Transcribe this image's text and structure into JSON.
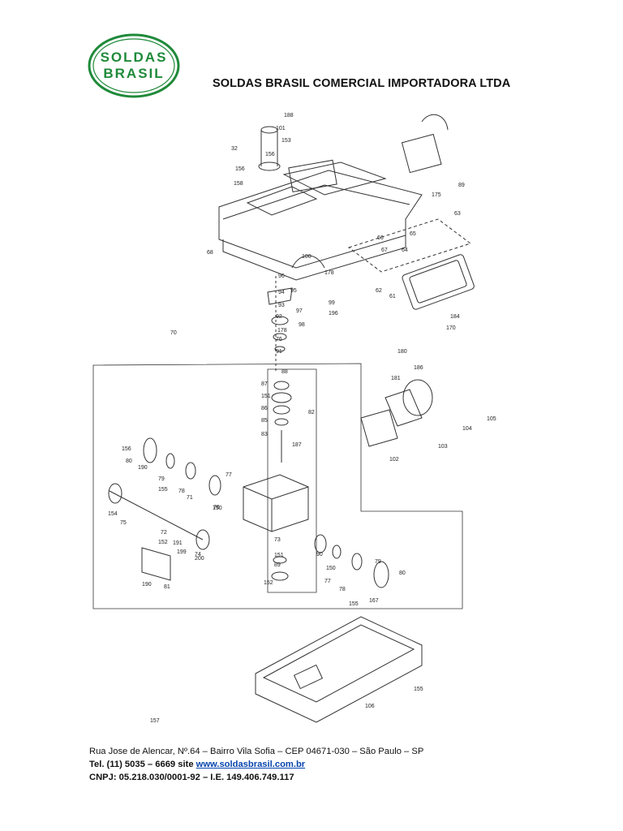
{
  "logo": {
    "line1": "SOLDAS",
    "line2": "BRASIL",
    "color": "#1f8a3a"
  },
  "header": {
    "company": "SOLDAS BRASIL COMERCIAL IMPORTADORA LTDA"
  },
  "drawing": {
    "callouts": [
      "188",
      "101",
      "32",
      "153",
      "156",
      "156",
      "158",
      "89",
      "175",
      "63",
      "68",
      "66",
      "65",
      "67",
      "64",
      "100",
      "96",
      "178",
      "95",
      "94",
      "62",
      "61",
      "93",
      "97",
      "99",
      "196",
      "184",
      "170",
      "92",
      "98",
      "178",
      "70",
      "76",
      "91",
      "180",
      "88",
      "186",
      "181",
      "87",
      "151",
      "86",
      "85",
      "82",
      "104",
      "105",
      "83",
      "187",
      "102",
      "103",
      "156",
      "80",
      "190",
      "79",
      "155",
      "78",
      "77",
      "71",
      "150",
      "76",
      "154",
      "75",
      "72",
      "152",
      "191",
      "199",
      "74",
      "200",
      "73",
      "151",
      "89",
      "90",
      "150",
      "77",
      "78",
      "155",
      "79",
      "80",
      "167",
      "190",
      "81",
      "152",
      "155",
      "106",
      "157"
    ]
  },
  "footer": {
    "address": "Rua Jose de Alencar, Nº.64 – Bairro Vila Sofia – CEP 04671-030 – São Paulo – SP",
    "tel": "Tel. (11) 5035 – 6669  site ",
    "site": "www.soldasbrasil.com.br",
    "cnpj": "CNPJ: 05.218.030/0001-92 – I.E. 149.406.749.117"
  }
}
